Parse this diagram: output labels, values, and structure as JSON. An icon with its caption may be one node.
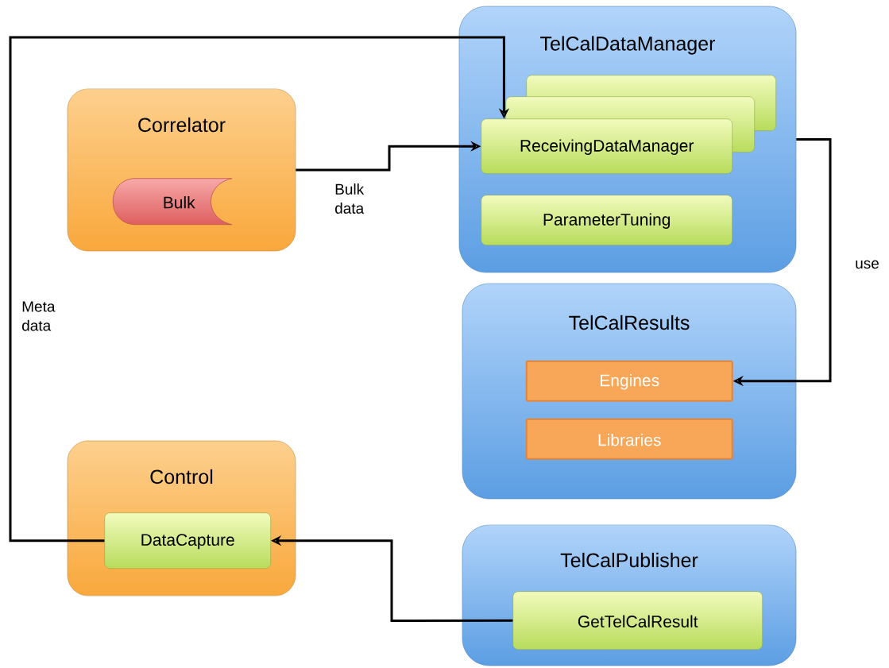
{
  "diagram": {
    "nodes": [
      {
        "text": [
          "Correlator"
        ]
      },
      {
        "text": [
          "Bulk"
        ],
        "in": 0
      },
      {
        "text": [
          "TelCalDataManager"
        ]
      },
      {
        "text": [],
        "shape": "box",
        "in": 2
      },
      {
        "text": [],
        "shape": "box",
        "in": 2
      },
      {
        "text": [
          "ReceivingDataManager"
        ],
        "in": 2
      },
      {
        "text": [
          "ParameterTuning"
        ],
        "in": 2
      },
      {
        "text": [
          "TelCalResults"
        ]
      },
      {
        "text": [
          "Engines"
        ],
        "in": 7
      },
      {
        "text": [
          "Libraries"
        ],
        "in": 7
      },
      {
        "text": [
          "Control"
        ]
      },
      {
        "text": [
          "DataCapture"
        ],
        "in": 10
      },
      {
        "text": [
          "TelCalPublisher"
        ]
      },
      {
        "text": [
          "GetTelCalResult"
        ],
        "in": 12
      }
    ],
    "edges": [
      {
        "from": 0,
        "to": 5,
        "arrow": "to",
        "label": "Bulk data"
      },
      {
        "from": 11,
        "to": 5,
        "arrow": "to",
        "label": "Meta data"
      },
      {
        "from": 2,
        "to": 8,
        "arrow": "to",
        "label": "use"
      },
      {
        "from": 13,
        "to": 11,
        "arrow": "to"
      }
    ]
  }
}
